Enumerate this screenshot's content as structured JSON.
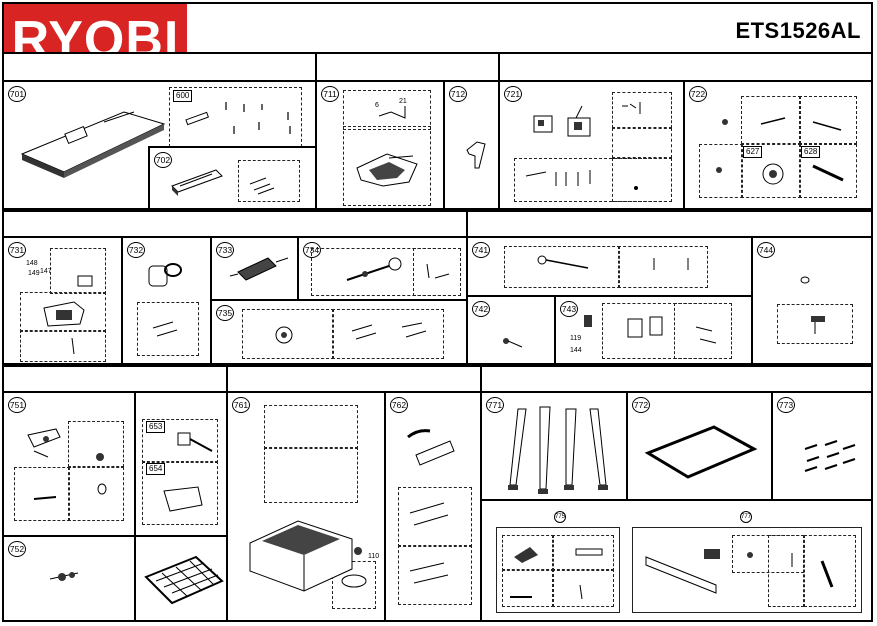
{
  "header": {
    "brand": "RYOBI",
    "model": "ETS1526AL",
    "brand_color": "#d92424"
  },
  "panels": {
    "p701": "701",
    "p702": "702",
    "p711": "711",
    "p712": "712",
    "p721": "721",
    "p722": "722",
    "p731": "731",
    "p732": "732",
    "p733": "733",
    "p734": "734",
    "p735": "735",
    "p741": "741",
    "p742": "742",
    "p743": "743",
    "p744": "744",
    "p751": "751",
    "p752": "752",
    "p761": "761",
    "p762": "762",
    "p771": "771",
    "p772": "772",
    "p773": "773",
    "p775": "775",
    "p777": "777"
  },
  "labels": {
    "l600": "600",
    "l627": "627",
    "l628": "628",
    "l653": "653",
    "l654": "654",
    "n6": "6",
    "n21": "21",
    "n110": "110",
    "n119": "119",
    "n144": "144",
    "n148": "148",
    "n149": "149",
    "n147": "147"
  }
}
